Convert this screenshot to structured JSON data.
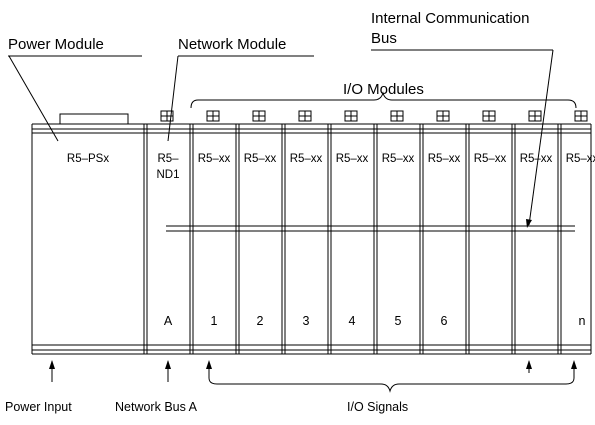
{
  "labels": {
    "power_module": "Power Module",
    "network_module": "Network Module",
    "internal_bus_line1": "Internal Communication",
    "internal_bus_line2": "Bus",
    "io_modules": "I/O Modules",
    "power_input": "Power Input",
    "network_bus_a": "Network Bus A",
    "io_signals": "I/O Signals"
  },
  "modules": {
    "power": {
      "name": "R5–PSx"
    },
    "network": {
      "name_line1": "R5–",
      "name_line2": "ND1",
      "terminal": "A"
    },
    "io": [
      {
        "name": "R5–xx",
        "terminal": "1"
      },
      {
        "name": "R5–xx",
        "terminal": "2"
      },
      {
        "name": "R5–xx",
        "terminal": "3"
      },
      {
        "name": "R5–xx",
        "terminal": "4"
      },
      {
        "name": "R5–xx",
        "terminal": "5"
      },
      {
        "name": "R5–xx",
        "terminal": "6"
      },
      {
        "name": "R5–xx",
        "terminal": ""
      },
      {
        "name": "R5–xx",
        "terminal": ""
      },
      {
        "name": "R5–xx",
        "terminal": "n"
      }
    ]
  }
}
